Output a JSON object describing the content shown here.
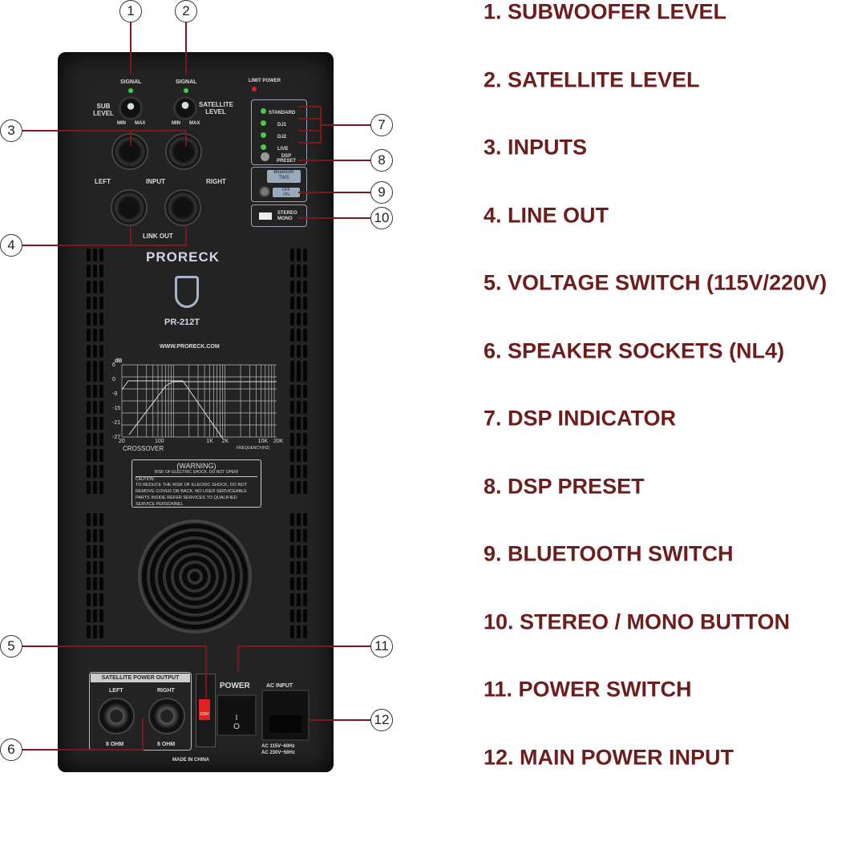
{
  "callouts": [
    {
      "number": "1",
      "label": "1. SUBWOOFER LEVEL"
    },
    {
      "number": "2",
      "label": "2. SATELLITE LEVEL"
    },
    {
      "number": "3",
      "label": "3. INPUTS"
    },
    {
      "number": "4",
      "label": "4. LINE OUT"
    },
    {
      "number": "5",
      "label": "5. VOLTAGE SWITCH (115V/220V)"
    },
    {
      "number": "6",
      "label": "6. SPEAKER SOCKETS (NL4)"
    },
    {
      "number": "7",
      "label": "7. DSP INDICATOR"
    },
    {
      "number": "8",
      "label": "8. DSP PRESET"
    },
    {
      "number": "9",
      "label": "9. BLUETOOTH SWITCH"
    },
    {
      "number": "10",
      "label": "10. STEREO / MONO BUTTON"
    },
    {
      "number": "11",
      "label": "11. POWER SWITCH"
    },
    {
      "number": "12",
      "label": "12. MAIN POWER INPUT"
    }
  ],
  "panel": {
    "signal": "SIGNAL",
    "sub_level": "SUB LEVEL",
    "satellite_level": "SATELLITE LEVEL",
    "min": "MIN",
    "max": "MAX",
    "limit_power": "LIMIT POWER",
    "presets": [
      "STANDARD",
      "DJ1",
      "DJ2",
      "LIVE"
    ],
    "dsp_preset": "DSP PRESET",
    "bluetooth": "Bluetooth",
    "tws": "TWS",
    "off": "OFF",
    "on": "ON",
    "stereo": "STEREO",
    "mono": "MONO",
    "left": "LEFT",
    "right": "RIGHT",
    "input": "INPUT",
    "link_out": "LINK OUT",
    "brand": "PRORECK",
    "model": "PR-212T",
    "website": "WWW.PRORECK.COM",
    "graph": {
      "unit": "dB",
      "y_ticks": [
        "6",
        "0",
        "-9",
        "-15",
        "-21",
        "-27"
      ],
      "x_ticks": [
        "20",
        "100",
        "1K",
        "2K",
        "10K",
        "20K"
      ],
      "title": "CROSSOVER",
      "x_label": "FREQUENCY(HZ)"
    },
    "warning": {
      "title": "(WARNING)",
      "subtitle": "RISK OF ELECTRIC SHOCK. DO NOT OPEN!",
      "caution": "CAUTION:",
      "text": "TO REDUCE THE RISK OF ELECRIC SHOCK, DO NOT REMOVE COVER OR BACK. NO USER SERVICEABLE PARTS INSIDE REFER SERVICES TO QUALIFIED SERVICE PERSONNEL"
    },
    "satellite_output": "SATELLITE POWER OUTPUT",
    "ohm": "8 OHM",
    "voltage": "230V",
    "power": "POWER",
    "ac_input": "AC INPUT",
    "ac1": "AC 115V~60Hz",
    "ac2": "AC 230V~50Hz",
    "made_in": "MADE IN CHINA"
  }
}
